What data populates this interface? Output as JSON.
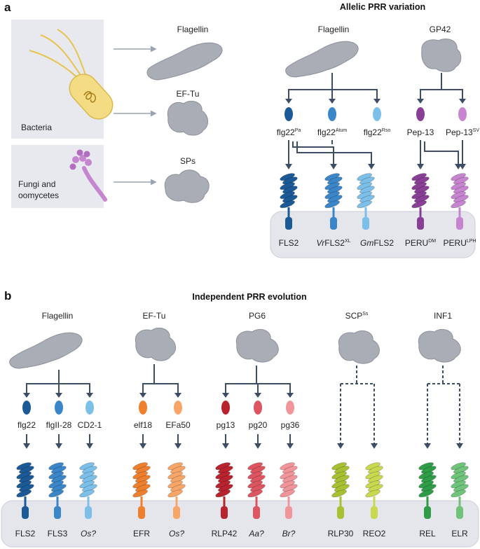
{
  "panel_a": {
    "letter": "a",
    "title": "Allelic PRR variation",
    "pathogens": {
      "bacteria_label": "Bacteria",
      "fungi_label_line1": "Fungi and",
      "fungi_label_line2": "oomycetes"
    },
    "elicitors": {
      "flagellin": "Flagellin",
      "eftu": "EF-Tu",
      "sps": "SPs"
    },
    "variation": {
      "flagellin_title": "Flagellin",
      "gp42_title": "GP42",
      "peptides": [
        {
          "base": "flg22",
          "sup": "Pa"
        },
        {
          "base": "flg22",
          "sup": "Atum"
        },
        {
          "base": "flg22",
          "sup": "Rso"
        },
        {
          "base": "Pep-13",
          "sup": ""
        },
        {
          "base": "Pep-13",
          "sup": "SV"
        }
      ],
      "receptors": [
        {
          "prefix": "",
          "base": "FLS2",
          "sup": ""
        },
        {
          "prefix": "Vr",
          "base": "FLS2",
          "sup": "XL"
        },
        {
          "prefix": "Gm",
          "base": "FLS2",
          "sup": ""
        },
        {
          "prefix": "",
          "base": "PERU",
          "sup": "DM"
        },
        {
          "prefix": "",
          "base": "PERU",
          "sup": "LPH"
        }
      ]
    }
  },
  "panel_b": {
    "letter": "b",
    "title": "Independent PRR evolution",
    "groups": [
      {
        "title": "Flagellin",
        "title_sup": "",
        "peptides": [
          "flg22",
          "flgII-28",
          "CD2-1"
        ],
        "receptors": [
          "FLS2",
          "FLS3",
          "Os?"
        ]
      },
      {
        "title": "EF-Tu",
        "title_sup": "",
        "peptides": [
          "elf18",
          "EFa50"
        ],
        "receptors": [
          "EFR",
          "Os?"
        ]
      },
      {
        "title": "PG6",
        "title_sup": "",
        "peptides": [
          "pg13",
          "pg20",
          "pg36"
        ],
        "receptors": [
          "RLP42",
          "Aa?",
          "Br?"
        ]
      },
      {
        "title": "SCP",
        "title_sup": "Ss",
        "peptides": [],
        "receptors": [
          "RLP30",
          "REO2"
        ]
      },
      {
        "title": "INF1",
        "title_sup": "",
        "peptides": [],
        "receptors": [
          "REL",
          "ELR"
        ]
      }
    ]
  },
  "colors": {
    "blue_dark": "#1b5a96",
    "blue_mid": "#3a86c8",
    "blue_light": "#7cc0ea",
    "purple_dark": "#8a3f96",
    "purple_light": "#c785cf",
    "orange_dark": "#ee7f2d",
    "orange_light": "#f7a668",
    "red_dark": "#b8232e",
    "red_mid": "#dc5560",
    "red_light": "#f0959a",
    "green_lime": "#a6c232",
    "green_lime_light": "#c9d94f",
    "green_dark": "#2f9d48",
    "green_light": "#6fc37a",
    "protein_grey": "#a9adb6",
    "arrow": "#3c4d66",
    "panel_bg": "#e7e9ef",
    "membrane": "#e4e6ec"
  }
}
